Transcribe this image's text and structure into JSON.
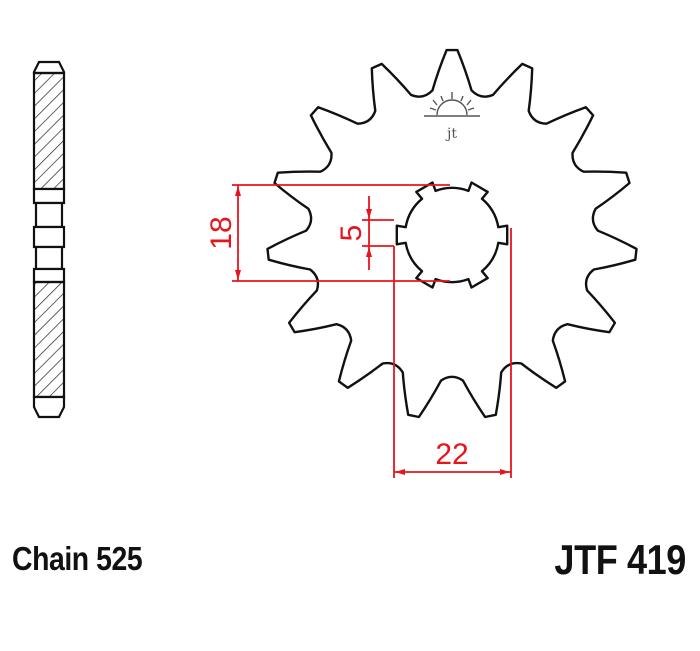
{
  "title": "Front sprocket technical drawing",
  "labels": {
    "chain": "Chain 525",
    "part_number": "JTF 419"
  },
  "sprocket": {
    "teeth": 15,
    "spline_count": 6
  },
  "dimensions": {
    "spline_outer": "18",
    "spline_width": "5",
    "bore_diameter": "22"
  },
  "logo": {
    "glyph": "jt"
  },
  "colors": {
    "outline": "#111111",
    "dimension": "#e8141c",
    "background": "#ffffff"
  }
}
